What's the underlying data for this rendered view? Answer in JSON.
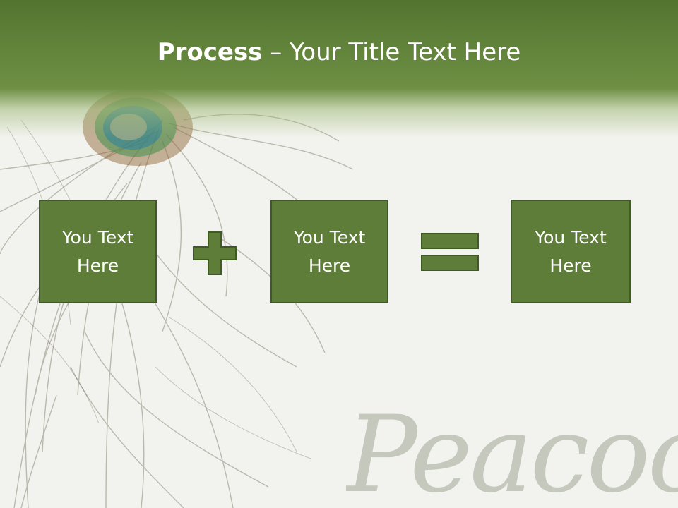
{
  "slide": {
    "title_bold": "Process",
    "title_rest": " – Your Title Text Here",
    "watermark_text": "Peacock"
  },
  "boxes": [
    {
      "text": "You Text Here"
    },
    {
      "text": "You Text Here"
    },
    {
      "text": "You Text Here"
    }
  ],
  "operators": [
    "plus-icon",
    "equals-icon"
  ],
  "colors": {
    "header_green": "#66883e",
    "box_fill": "#5e7d38",
    "box_border": "#3f5a22",
    "background": "#f2f3ee",
    "text_white": "#ffffff",
    "watermark": "#c5c8bd"
  }
}
